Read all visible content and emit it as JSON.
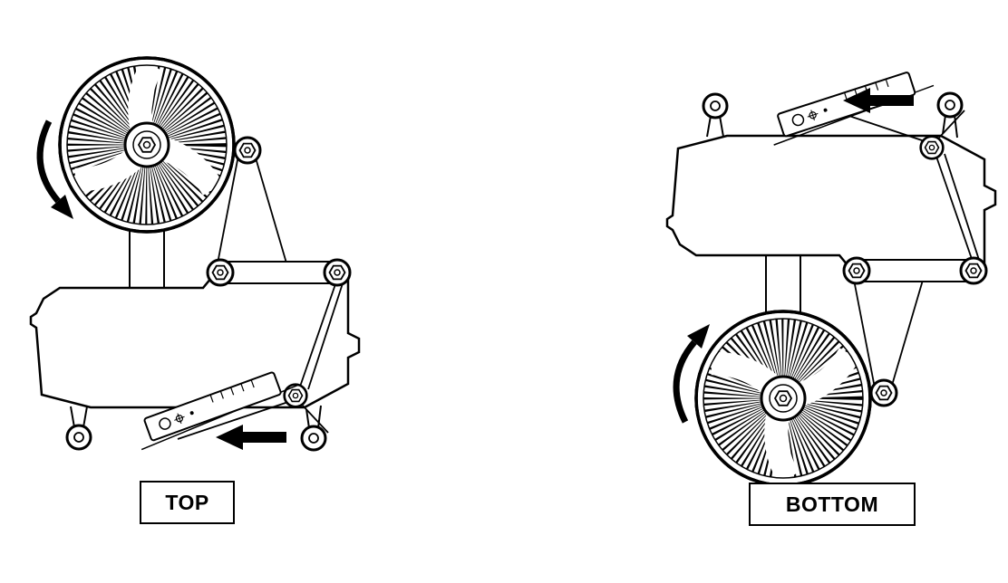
{
  "canvas": {
    "background": "#ffffff",
    "line_color": "#000000"
  },
  "views": {
    "top": {
      "label": "TOP",
      "rotation_arrow": "counterclockwise",
      "tape_arrow_direction": "left"
    },
    "bottom": {
      "label": "BOTTOM",
      "rotation_arrow": "clockwise",
      "tape_arrow_direction": "left"
    }
  },
  "icons": {
    "rotation_arrow": "curved-rotation-arrow",
    "tape_direction_arrow": "solid-left-arrow"
  }
}
